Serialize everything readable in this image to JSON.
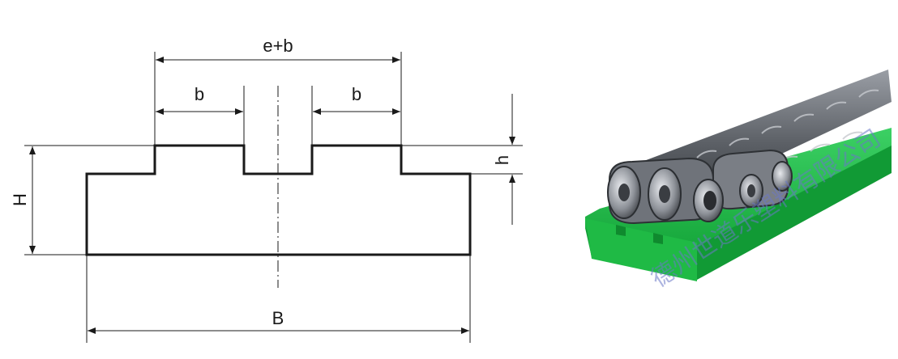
{
  "diagram": {
    "labels": {
      "e_plus_b": "e+b",
      "b_left": "b",
      "b_right": "b",
      "h_small": "h",
      "H_large": "H",
      "B_width": "B"
    },
    "colors": {
      "line": "#1a1a1a",
      "guide_green": "#13a83a",
      "chain_steel": "#6b6f75"
    }
  },
  "photo": {
    "watermark": "德州世道乐塑料有限公司"
  }
}
